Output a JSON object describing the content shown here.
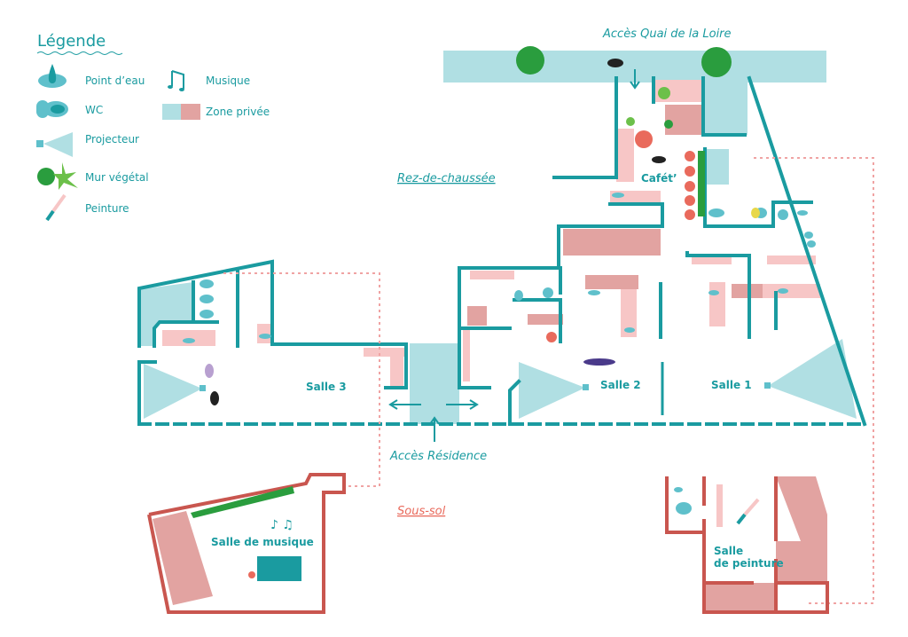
{
  "legend": {
    "title": "Légende",
    "items": [
      {
        "icon": "water-point-icon",
        "label": "Point d’eau"
      },
      {
        "icon": "wc-icon",
        "label": "WC"
      },
      {
        "icon": "projector-icon",
        "label": "Projecteur"
      },
      {
        "icon": "green-wall-icon",
        "label": "Mur végétal"
      },
      {
        "icon": "paintbrush-icon",
        "label": "Peinture"
      },
      {
        "icon": "music-note-icon",
        "label": "Musique"
      },
      {
        "icon": "private-zone-icon",
        "label": "Zone privée"
      }
    ]
  },
  "levels": {
    "ground": "Rez-de-chaussée",
    "basement": "Sous-sol"
  },
  "entrances": {
    "quai": "Accès Quai de la Loire",
    "residence": "Accès Résidence"
  },
  "rooms": {
    "salle3": "Salle 3",
    "salle2": "Salle 2",
    "salle1": "Salle 1",
    "cafet": "Cafét’",
    "musique": "Salle de musique",
    "peinture_1": "Salle",
    "peinture_2": "de peinture"
  },
  "colors": {
    "teal": "#1a9ba0",
    "light_blue": "#b0dfe3",
    "pink": "#f7c6c6",
    "dark_pink": "#e2a3a1",
    "red": "#c9564f",
    "green": "#2a9d3e"
  }
}
